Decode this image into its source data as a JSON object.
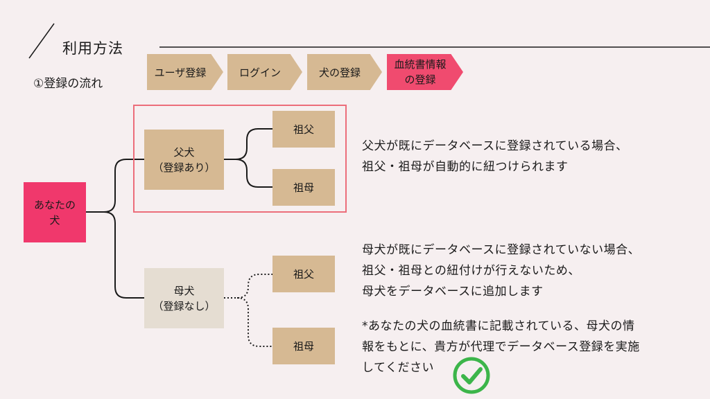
{
  "title": "利用方法",
  "subtitle": "①登録の流れ",
  "steps": [
    {
      "label": "ユーザ登録"
    },
    {
      "label": "ログイン"
    },
    {
      "label": "犬の登録"
    },
    {
      "label_line1": "血統書情報",
      "label_line2": "の登録"
    }
  ],
  "tree": {
    "you": {
      "line1": "あなたの",
      "line2": "犬"
    },
    "father": {
      "line1": "父犬",
      "line2": "（登録あり）"
    },
    "mother": {
      "line1": "母犬",
      "line2": "（登録なし）"
    },
    "grandfather_label": "祖父",
    "grandmother_label": "祖母"
  },
  "notes": {
    "father_line1": "父犬が既にデータベースに登録されている場合、",
    "father_line2": "祖父・祖母が自動的に紐つけられます",
    "mother_line1": "母犬が既にデータベースに登録されていない場合、",
    "mother_line2": "祖父・祖母との紐付けが行えないため、",
    "mother_line3": "母犬をデータベースに追加します",
    "footnote_line1": "*あなたの犬の血統書に記載されている、母犬の情",
    "footnote_line2": "報をもとに、貴方が代理でデータベース登録を実施",
    "footnote_line3": "してください"
  },
  "colors": {
    "accent": "#f0386c",
    "step": "#d6b993",
    "highlight_border": "#ec6d7a",
    "check": "#3cb54a"
  }
}
